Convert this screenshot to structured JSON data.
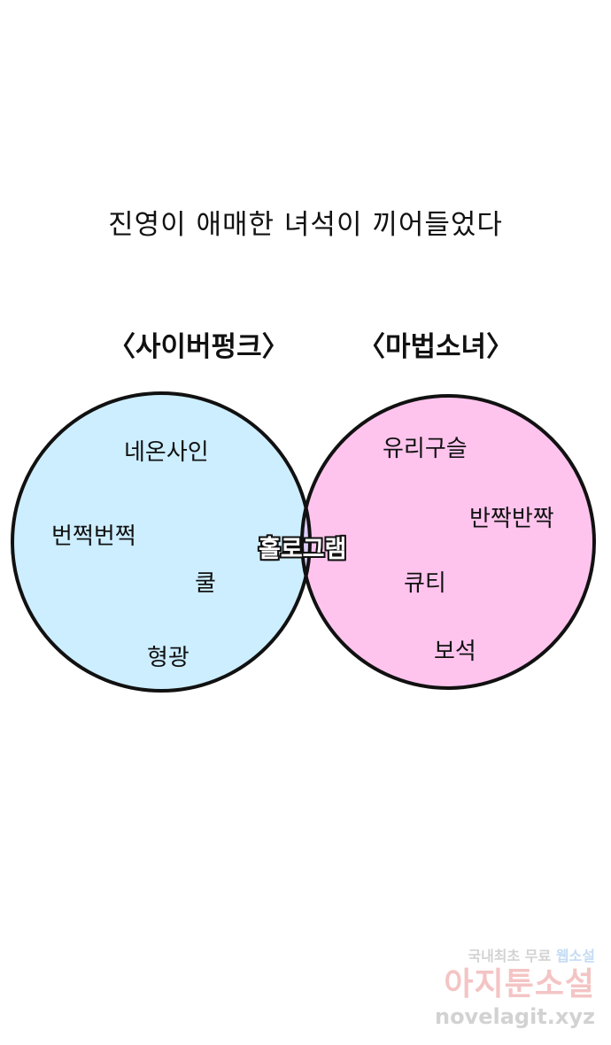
{
  "caption": "진영이 애매한 녀석이 끼어들었다",
  "venn": {
    "left": {
      "title": "〈사이버펑크〉",
      "color": "#cdeeff",
      "items": [
        "네온사인",
        "번쩍번쩍",
        "쿨",
        "형광"
      ]
    },
    "right": {
      "title": "〈마법소녀〉",
      "color": "#ffc4ee",
      "items": [
        "유리구슬",
        "반짝반짝",
        "큐티",
        "보석"
      ]
    },
    "intersection": {
      "color": "#ddcdfa",
      "items": [
        "홀로그램"
      ]
    },
    "outline_color": "#111111"
  },
  "watermark": {
    "line1_a": "국내최초 무료",
    "line1_b": "웹소설",
    "line2": "아지툰소설",
    "line3": "novelagit.xyz"
  }
}
